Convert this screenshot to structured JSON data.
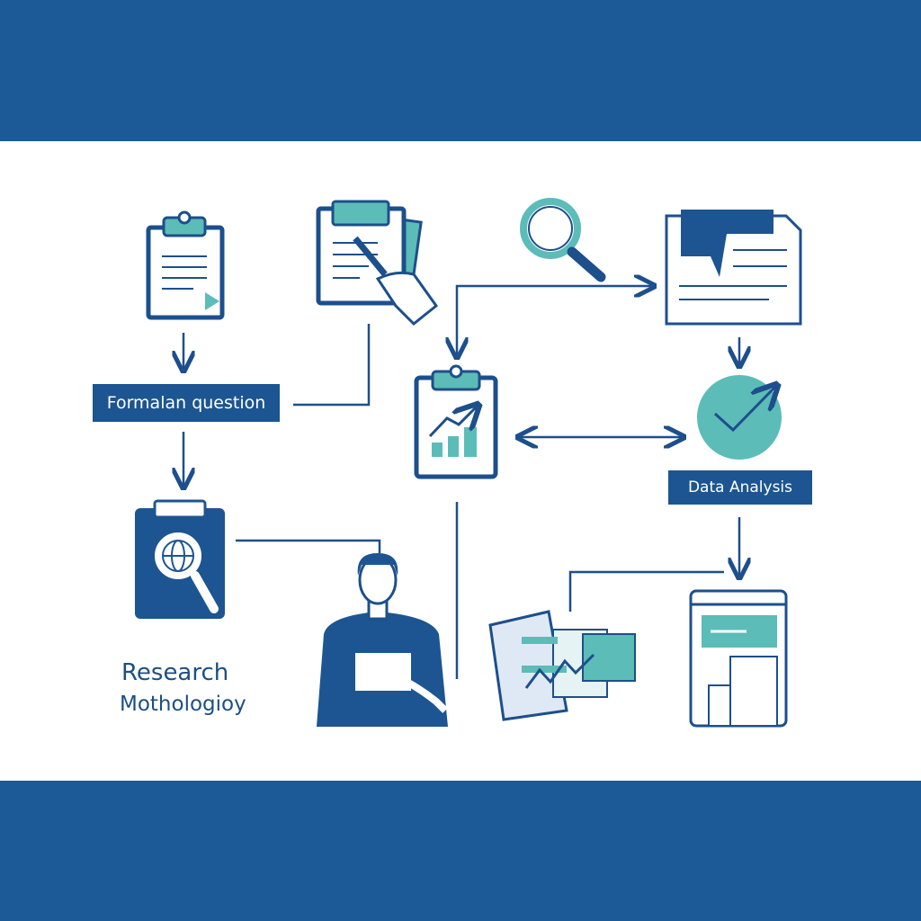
{
  "labels": {
    "formulate_question": "Formalan question",
    "data_analysis": "Data Analysis",
    "research_line1": "Research",
    "research_line2": "Mothologioy"
  },
  "colors": {
    "band": "#1b5a97",
    "navy": "#1d4f8c",
    "teal": "#5cbcb8"
  }
}
